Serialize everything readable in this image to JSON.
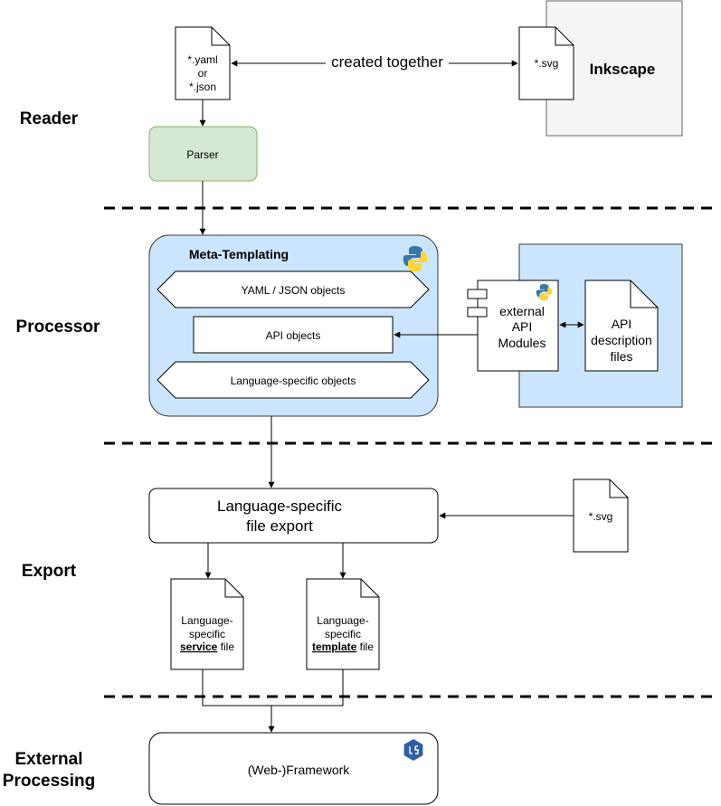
{
  "lanes": {
    "reader": "Reader",
    "processor": "Processor",
    "export": "Export",
    "external_line1": "External",
    "external_line2": "Processing"
  },
  "reader": {
    "yaml_file": [
      "*.yaml",
      "or",
      "*.json"
    ],
    "created_together": "created together",
    "svg_file": "*.svg",
    "inkscape": "Inkscape",
    "parser": "Parser"
  },
  "processor": {
    "meta_templating": "Meta-Templating",
    "yaml_json_objects": "YAML / JSON objects",
    "api_objects": "API objects",
    "language_specific_objects": "Language-specific objects",
    "external_api_modules": [
      "external",
      "API",
      "Modules"
    ],
    "api_description_files": [
      "API",
      "description",
      "files"
    ]
  },
  "export": {
    "file_export": [
      "Language-specific",
      "file export"
    ],
    "svg_file": "*.svg",
    "service_file": {
      "line1": "Language-",
      "line2": "specific",
      "bold": "service",
      "rest": " file"
    },
    "template_file": {
      "line1": "Language-",
      "line2": "specific",
      "bold": "template",
      "rest": " file"
    }
  },
  "external": {
    "framework": "(Web-)Framework"
  },
  "colors": {
    "green_fill": "#d5e8d4",
    "green_stroke": "#82b366",
    "blue_fill": "#cce5ff",
    "gray_fill": "#f5f5f5",
    "python_blue": "#3776ab",
    "python_yellow": "#ffd43b",
    "node_blue": "#2f5fa6"
  }
}
